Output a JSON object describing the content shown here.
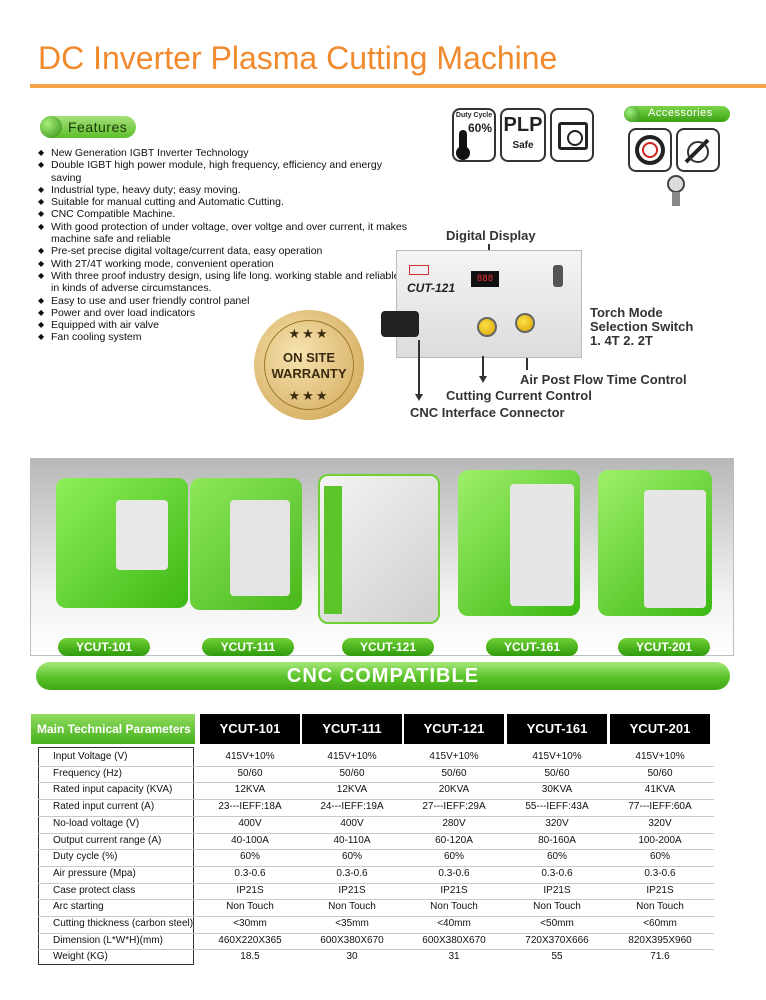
{
  "title": "DC Inverter Plasma Cutting Machine",
  "features": {
    "heading": "Features",
    "items": [
      "New Generation IGBT Inverter Technology",
      "Double IGBT high power module, high frequency, efficiency and energy saving",
      "Industrial type, heavy duty; easy moving.",
      "Suitable for manual cutting and Automatic Cutting.",
      "CNC Compatible Machine.",
      "With good protection of under voltage, over voltge and over current, it makes machine safe and reliable",
      "Pre-set precise digital voltage/current data, easy operation",
      "With 2T/4T working mode, convenient operation",
      "With three proof industry design, using life long. working stable and reliable in kinds of adverse circumstances.",
      "Easy to use and user friendly control panel",
      "Power and over load indicators",
      "Equipped with air valve",
      "Fan cooling system"
    ]
  },
  "badges": {
    "duty_cycle_label": "Duty Cycle",
    "duty_cycle_value": "60%",
    "plp_label": "PLP",
    "plp_sub": "Safe"
  },
  "accessories": {
    "heading": "Accessories"
  },
  "panel": {
    "digital_display": "Digital Display",
    "model": "CUT-121",
    "display_value": "888",
    "torch_mode": [
      "Torch Mode",
      "Selection Switch",
      "1. 4T 2. 2T"
    ],
    "air_post_flow": "Air Post Flow Time Control",
    "cutting_current": "Cutting Current Control",
    "cnc_connector": "CNC Interface Connector"
  },
  "seal": {
    "line1": "ON SITE",
    "line2": "WARRANTY",
    "stars_top": "★★★",
    "stars_bottom": "★★★"
  },
  "models": [
    "YCUT-101",
    "YCUT-111",
    "YCUT-121",
    "YCUT-161",
    "YCUT-201"
  ],
  "cnc_banner": "CNC COMPATIBLE",
  "table": {
    "heading": "Main Technical Parameters :",
    "columns": [
      "YCUT-101",
      "YCUT-111",
      "YCUT-121",
      "YCUT-161",
      "YCUT-201"
    ],
    "rows": [
      {
        "label": "Input Voltage (V)",
        "values": [
          "415V+10%",
          "415V+10%",
          "415V+10%",
          "415V+10%",
          "415V+10%"
        ]
      },
      {
        "label": "Frequency (Hz)",
        "values": [
          "50/60",
          "50/60",
          "50/60",
          "50/60",
          "50/60"
        ]
      },
      {
        "label": "Rated input capacity (KVA)",
        "values": [
          "12KVA",
          "12KVA",
          "20KVA",
          "30KVA",
          "41KVA"
        ]
      },
      {
        "label": "Rated input current (A)",
        "values": [
          "23---IEFF:18A",
          "24---IEFF:19A",
          "27---IEFF:29A",
          "55---IEFF:43A",
          "77---IEFF:60A"
        ]
      },
      {
        "label": "No-load voltage (V)",
        "values": [
          "400V",
          "400V",
          "280V",
          "320V",
          "320V"
        ]
      },
      {
        "label": "Output current range (A)",
        "values": [
          "40-100A",
          "40-110A",
          "60-120A",
          "80-160A",
          "100-200A"
        ]
      },
      {
        "label": "Duty cycle (%)",
        "values": [
          "60%",
          "60%",
          "60%",
          "60%",
          "60%"
        ]
      },
      {
        "label": "Air pressure (Mpa)",
        "values": [
          "0.3-0.6",
          "0.3-0.6",
          "0.3-0.6",
          "0.3-0.6",
          "0.3-0.6"
        ]
      },
      {
        "label": "Case protect class",
        "values": [
          "IP21S",
          "IP21S",
          "IP21S",
          "IP21S",
          "IP21S"
        ]
      },
      {
        "label": "Arc starting",
        "values": [
          "Non Touch",
          "Non Touch",
          "Non Touch",
          "Non Touch",
          "Non Touch"
        ]
      },
      {
        "label": "Cutting thickness (carbon steel)",
        "values": [
          "<30mm",
          "<35mm",
          "<40mm",
          "<50mm",
          "<60mm"
        ]
      },
      {
        "label": "Dimension (L*W*H)(mm)",
        "values": [
          "460X220X365",
          "600X380X670",
          "600X380X670",
          "720X370X666",
          "820X395X960"
        ]
      },
      {
        "label": "Weight (KG)",
        "values": [
          "18.5",
          "30",
          "31",
          "55",
          "71.6"
        ]
      }
    ]
  },
  "colors": {
    "accent_orange": "#f08a2c",
    "accent_green": "#4cb81e",
    "header_black": "#000000"
  }
}
